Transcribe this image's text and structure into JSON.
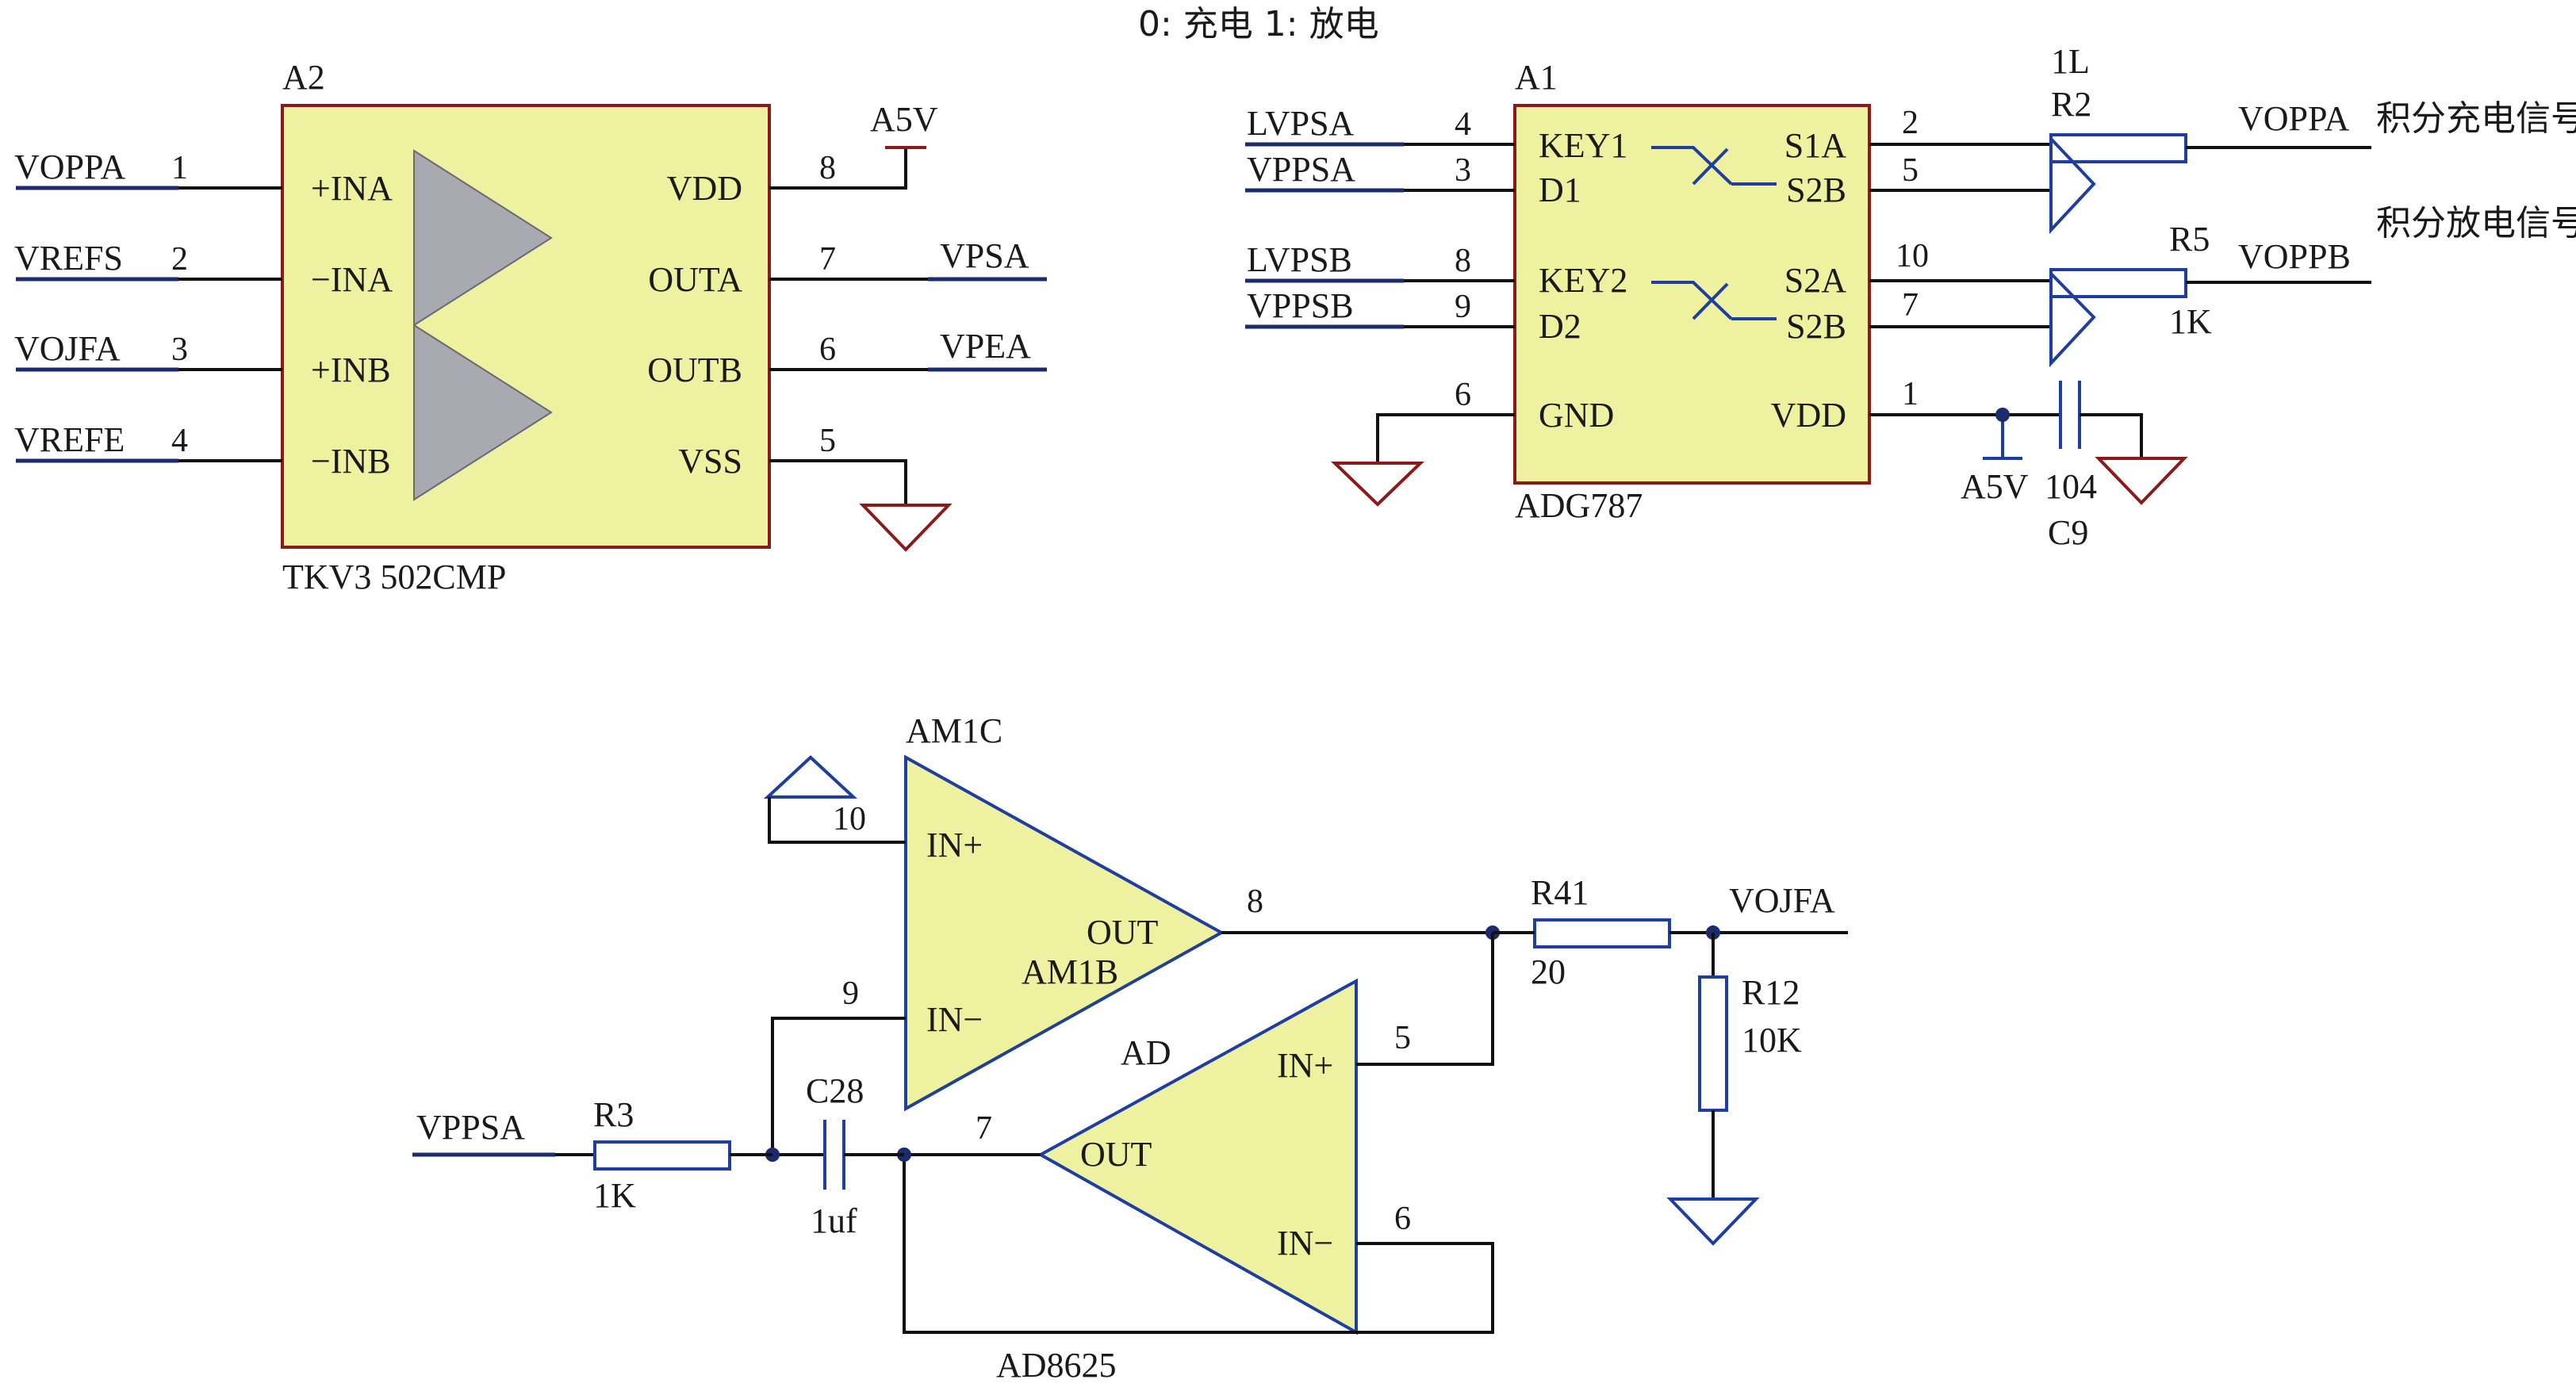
{
  "header": {
    "legend": "0: 充电   1: 放电"
  },
  "a2": {
    "ref": "A2",
    "part": "TKV3 502CMP",
    "left_pins": [
      {
        "net": "VOPPA",
        "num": "1",
        "name": "+INA"
      },
      {
        "net": "VREFS",
        "num": "2",
        "name": "−INA"
      },
      {
        "net": "VOJFA",
        "num": "3",
        "name": "+INB"
      },
      {
        "net": "VREFE",
        "num": "4",
        "name": "−INB"
      }
    ],
    "right_pins": [
      {
        "name": "VDD",
        "num": "8",
        "net": "A5V"
      },
      {
        "name": "OUTA",
        "num": "7",
        "net": "VPSA"
      },
      {
        "name": "OUTB",
        "num": "6",
        "net": "VPEA"
      },
      {
        "name": "VSS",
        "num": "5",
        "net": ""
      }
    ]
  },
  "a1": {
    "ref": "A1",
    "part": "ADG787",
    "left_pins": [
      {
        "net": "LVPSA",
        "num": "4",
        "name": "KEY1"
      },
      {
        "net": "VPPSA",
        "num": "3",
        "name": "D1"
      },
      {
        "net": "LVPSB",
        "num": "8",
        "name": "KEY2"
      },
      {
        "net": "VPPSB",
        "num": "9",
        "name": "D2"
      },
      {
        "net": "",
        "num": "6",
        "name": "GND"
      }
    ],
    "right_pins": [
      {
        "name": "S1A",
        "num": "2"
      },
      {
        "name": "S2B",
        "num": "5"
      },
      {
        "name": "S2A",
        "num": "10"
      },
      {
        "name": "S2B",
        "num": "7"
      },
      {
        "name": "VDD",
        "num": "1"
      }
    ]
  },
  "right_parts": {
    "r2_top": "1L",
    "r2": "R2",
    "voppa": "VOPPA",
    "voppa_desc": "积分充电信号",
    "r5": "R5",
    "r5_val": "1K",
    "voppb": "VOPPB",
    "voppb_desc": "积分放电信号",
    "a5v": "A5V",
    "c9_val": "104",
    "c9": "C9"
  },
  "bottom": {
    "am1c": "AM1C",
    "pin10": "10",
    "in_plus": "IN+",
    "out": "OUT",
    "am1b": "AM1B",
    "pin8": "8",
    "pin9": "9",
    "in_minus": "IN−",
    "ad": "AD",
    "pin5": "5",
    "in_plus2": "IN+",
    "out2": "OUT",
    "pin7": "7",
    "in_minus2": "IN−",
    "pin6": "6",
    "ad8625": "AD8625",
    "vppsa": "VPPSA",
    "r3": "R3",
    "r3_val": "1K",
    "c28": "C28",
    "c28_val": "1uf",
    "r41": "R41",
    "r41_val": "20",
    "vojfa": "VOJFA",
    "r12": "R12",
    "r12_val": "10K"
  }
}
